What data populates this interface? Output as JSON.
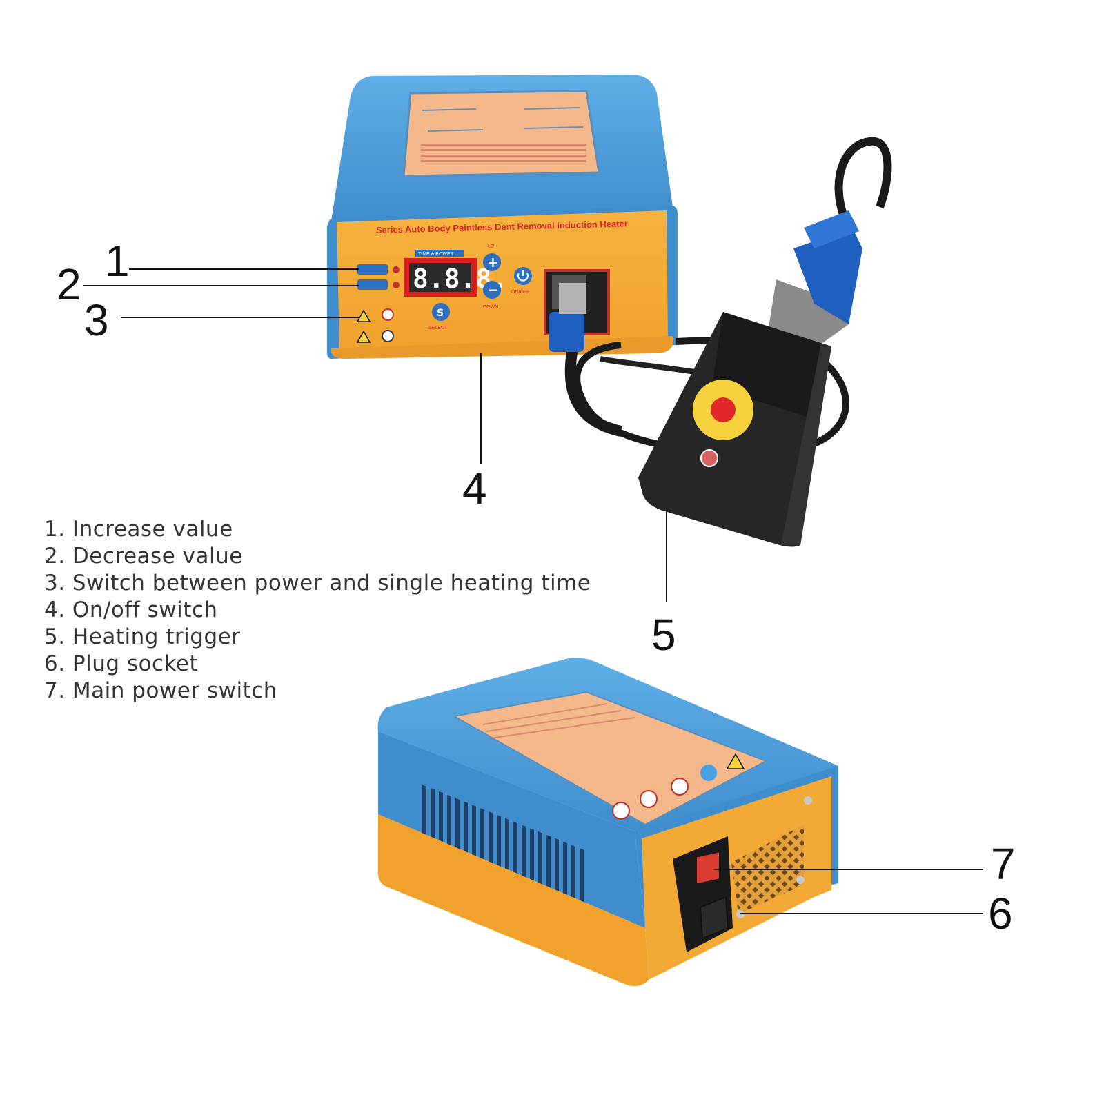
{
  "device": {
    "front_panel_title": "Series Auto Body Paintless Dent Removal Induction Heater",
    "display_header": "TIME & POWER",
    "display_value": "8.8.8.",
    "btn_up": "UP",
    "btn_down": "DOWN",
    "btn_onoff": "ON/OFF",
    "btn_select": "SELECT",
    "select_glyph": "S",
    "plus_glyph": "+",
    "minus_glyph": "−"
  },
  "callouts": [
    "1",
    "2",
    "3",
    "4",
    "5",
    "7",
    "6"
  ],
  "legend": [
    "1. Increase value",
    "2. Decrease value",
    "3. Switch between power and single heating time",
    "4. On/off switch",
    "5. Heating trigger",
    "6. Plug socket",
    "7. Main power switch"
  ],
  "colors": {
    "housing_blue": "#4a9ad6",
    "panel_orange": "#f2a935",
    "label_peach": "#f4b88a",
    "handle_black": "#262626",
    "connector_blue": "#1f5fbf",
    "trigger_yellow": "#f5d23c",
    "trigger_red": "#e0282a",
    "display_red": "#d81e1e"
  }
}
